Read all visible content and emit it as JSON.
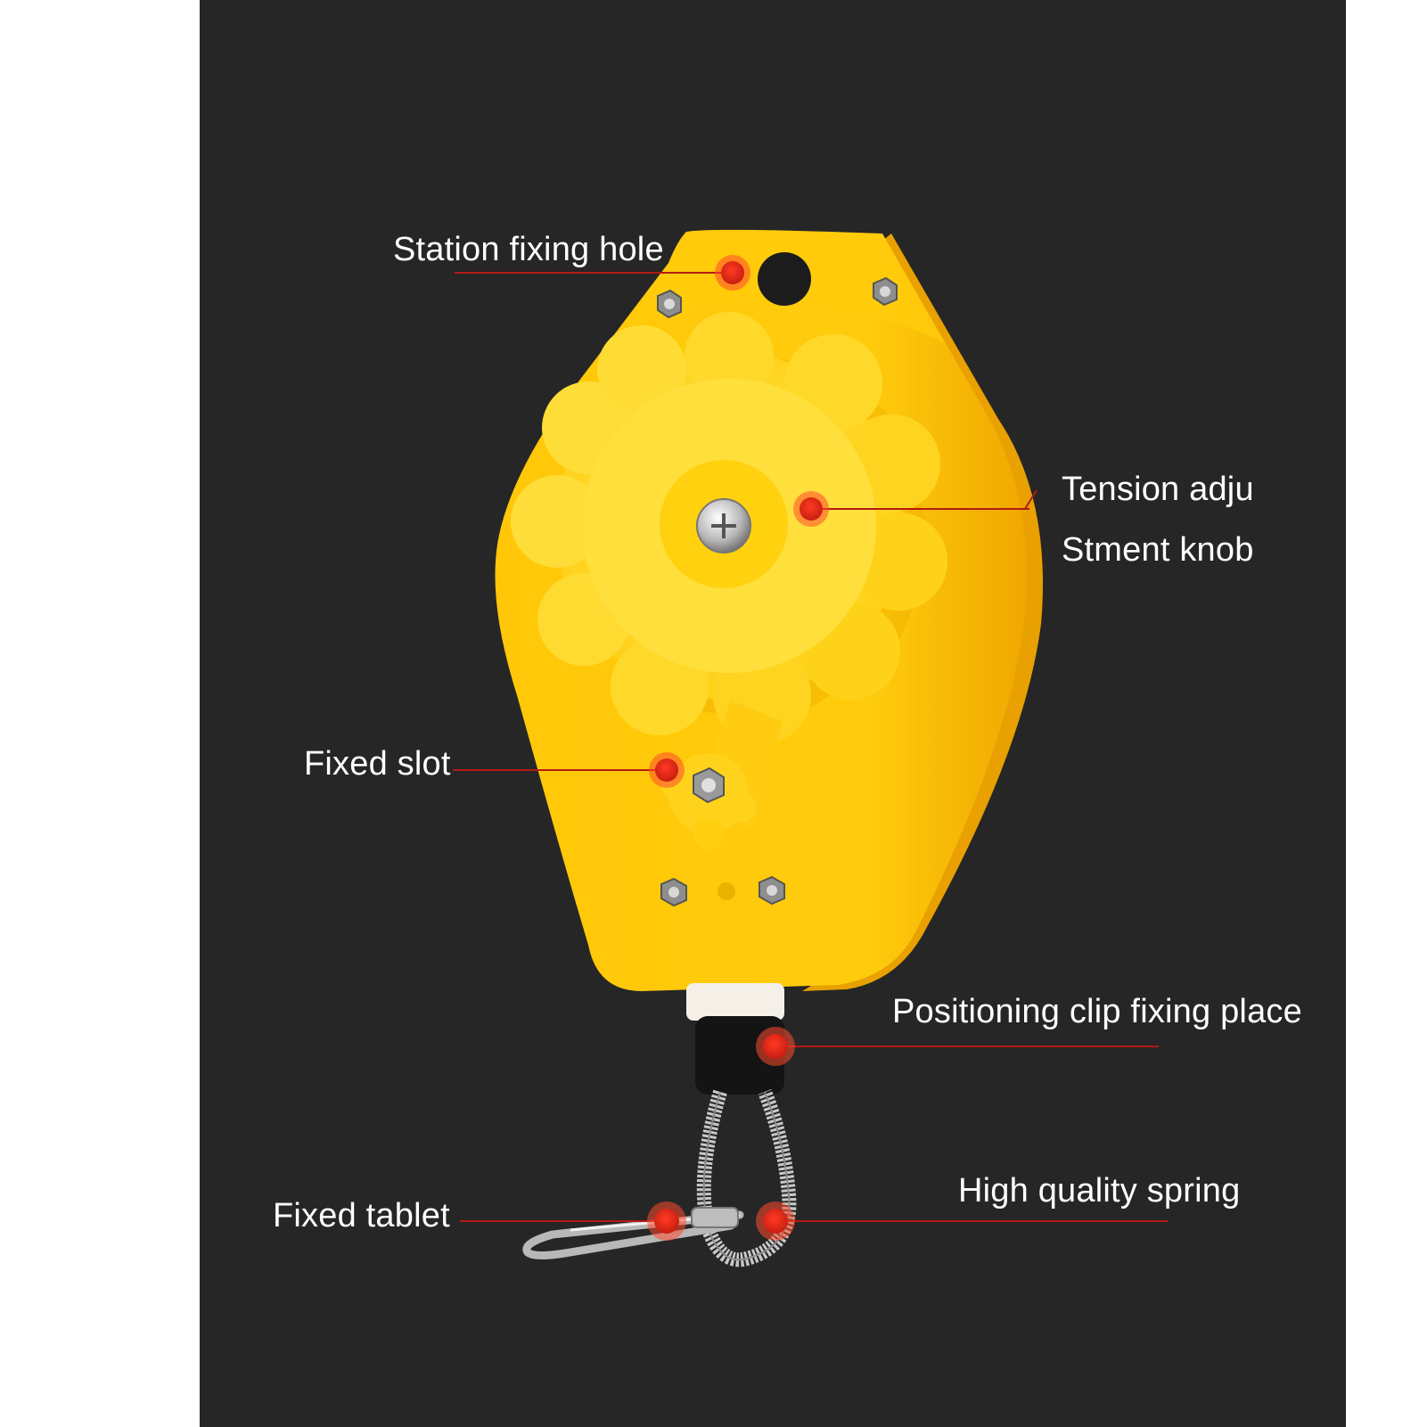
{
  "colors": {
    "background": "#ffffff",
    "panel": "#262626",
    "body_yellow": "#ffc107",
    "knob_yellow": "#ffd21f",
    "marker_red": "#e0281b",
    "leader_line": "#b31b13",
    "label_text": "#ffffff"
  },
  "labels": {
    "station_fixing_hole": "Station fixing hole",
    "tension_line1": "Tension adju",
    "tension_line2": "Stment knob",
    "fixed_slot": "Fixed slot",
    "positioning_clip": "Positioning clip fixing place",
    "high_quality_spring": "High quality spring",
    "fixed_tablet": "Fixed tablet"
  },
  "icons": {
    "marker": "red-dot-marker-icon",
    "bolt": "hex-bolt-icon",
    "screw": "phillips-screw-icon",
    "hook": "snap-hook-icon"
  }
}
